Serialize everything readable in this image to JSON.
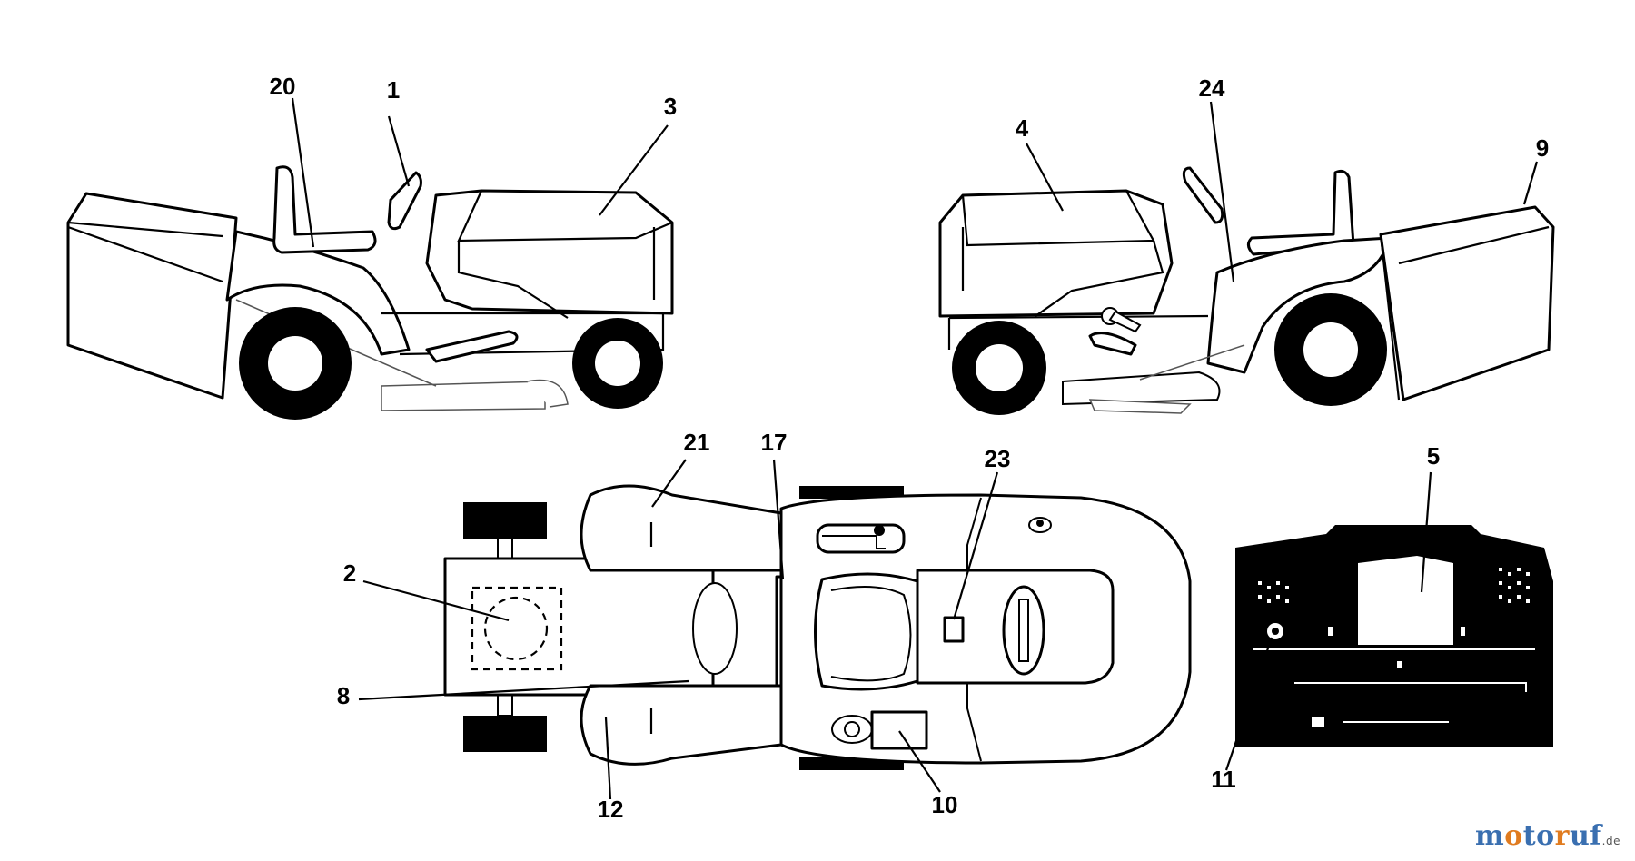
{
  "diagram": {
    "callouts": {
      "c1": "1",
      "c2": "2",
      "c3": "3",
      "c4": "4",
      "c5": "5",
      "c8": "8",
      "c9": "9",
      "c10": "10",
      "c11": "11",
      "c12": "12",
      "c17": "17",
      "c20": "20",
      "c21": "21",
      "c23": "23",
      "c24": "24"
    }
  },
  "watermark": {
    "parts": [
      "m",
      "o",
      "t",
      "o",
      "r",
      "uf"
    ],
    "tld": ".de"
  }
}
